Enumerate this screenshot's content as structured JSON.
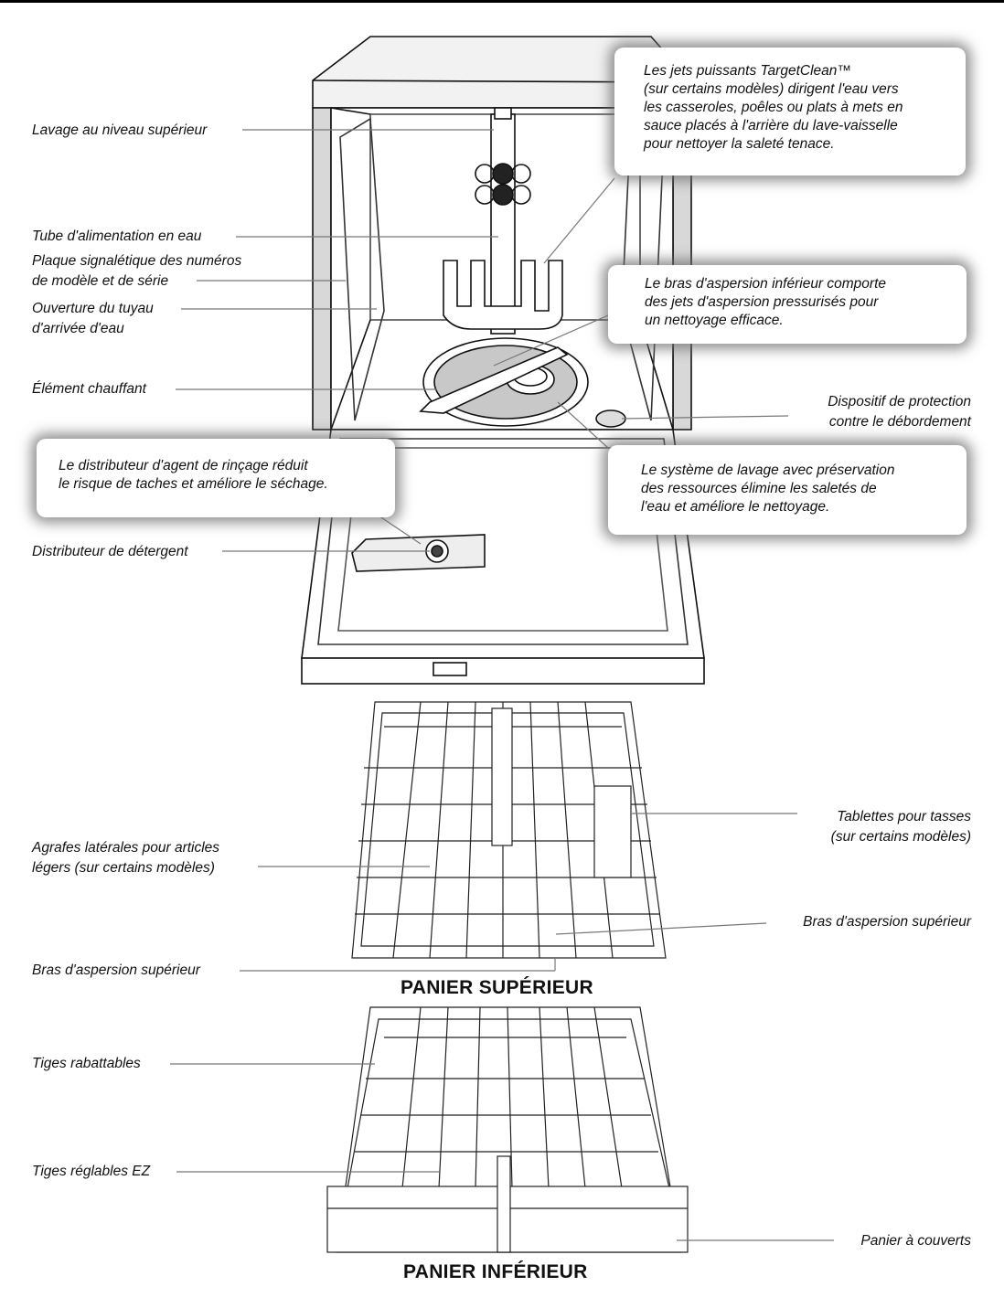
{
  "labels": {
    "lavage_niveau_superieur": "Lavage au niveau supérieur",
    "tube_alimentation": "Tube d'alimentation en eau",
    "plaque_l1": "Plaque signalétique des numéros",
    "plaque_l2": "de modèle et de série",
    "ouverture_l1": "Ouverture du tuyau",
    "ouverture_l2": "d'arrivée d'eau",
    "element_chauffant": "Élément chauffant",
    "distributeur_detergent": "Distributeur de détergent",
    "dispositif_l1": "Dispositif de protection",
    "dispositif_l2": "contre le débordement",
    "tablettes_l1": "Tablettes pour tasses",
    "tablettes_l2": "(sur certains modèles)",
    "agrafes_l1": "Agrafes latérales pour articles",
    "agrafes_l2": "légers (sur certains modèles)",
    "bras_superieur_right": "Bras d'aspersion supérieur",
    "bras_superieur_left": "Bras d'aspersion supérieur",
    "tiges_rabattables": "Tiges rabattables",
    "tiges_reglables": "Tiges réglables EZ",
    "panier_couverts": "Panier à couverts"
  },
  "callouts": {
    "targetclean": [
      "Les jets puissants TargetClean™",
      "(sur certains modèles) dirigent l'eau vers",
      "les casseroles, poêles ou plats à mets en",
      "sauce placés à l'arrière du lave-vaisselle",
      "pour nettoyer la saleté tenace."
    ],
    "bras_inferieur": [
      "Le bras d'aspersion inférieur comporte",
      "des jets d'aspersion pressurisés pour",
      "un nettoyage efficace."
    ],
    "rincage": [
      "Le distributeur d'agent de rinçage réduit",
      "le risque de taches et améliore le séchage."
    ],
    "systeme_lavage": [
      "Le système de lavage avec préservation",
      "des ressources élimine les saletés de",
      "l'eau et améliore le nettoyage."
    ]
  },
  "captions": {
    "upper": "PANIER SUPÉRIEUR",
    "lower": "PANIER INFÉRIEUR"
  }
}
